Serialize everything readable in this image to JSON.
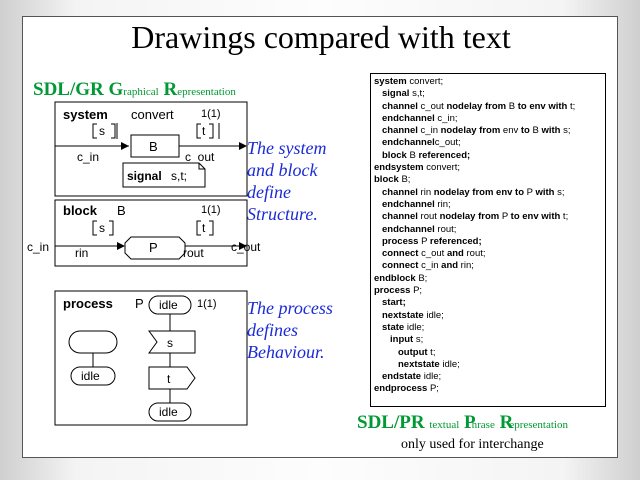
{
  "title": "Drawings compared with text",
  "gr_heading": {
    "part1": "SDL/GR",
    "g_big": "G",
    "g_rest": "raphical",
    "r_big": "R",
    "r_rest": "epresentation"
  },
  "system_diagram": {
    "keyword": "system",
    "name": "convert",
    "page": "1(1)",
    "signal_s": "s",
    "signal_t": "t",
    "block_name": "B",
    "channel_in": "c_in",
    "channel_out": "c_out",
    "signal_kw": "signal",
    "signal_decl": "s,t;"
  },
  "block_diagram": {
    "keyword": "block",
    "name": "B",
    "page": "1(1)",
    "signal_s": "s",
    "signal_t": "t",
    "process_name": "P",
    "route_in": "rin",
    "route_out": "rout",
    "env_in": "c_in",
    "env_out": "c_out"
  },
  "process_diagram": {
    "keyword": "process",
    "name": "P",
    "page": "1(1)",
    "state_top": "idle",
    "input_sig": "s",
    "output_sig": "t",
    "state_bottom": "idle",
    "left_state": "idle"
  },
  "structure_note": [
    "The system",
    "and block",
    "define",
    "Structure."
  ],
  "behaviour_note": [
    "The process",
    "defines",
    "Behaviour."
  ],
  "pr_text": [
    {
      "indent": 0,
      "segments": [
        {
          "t": "system",
          "b": true
        },
        {
          "t": " convert;",
          "b": false
        }
      ]
    },
    {
      "indent": 1,
      "segments": [
        {
          "t": "signal",
          "b": true
        },
        {
          "t": " s,t;",
          "b": false
        }
      ]
    },
    {
      "indent": 1,
      "segments": [
        {
          "t": "channel",
          "b": true
        },
        {
          "t": " c_out ",
          "b": false
        },
        {
          "t": "nodelay from",
          "b": true
        },
        {
          "t": " B ",
          "b": false
        },
        {
          "t": "to env with",
          "b": true
        },
        {
          "t": " t;",
          "b": false
        }
      ]
    },
    {
      "indent": 1,
      "segments": [
        {
          "t": "endchannel",
          "b": true
        },
        {
          "t": " c_in;",
          "b": false
        }
      ]
    },
    {
      "indent": 1,
      "segments": [
        {
          "t": "channel",
          "b": true
        },
        {
          "t": " c_in ",
          "b": false
        },
        {
          "t": "nodelay from",
          "b": true
        },
        {
          "t": " env ",
          "b": false
        },
        {
          "t": "to",
          "b": true
        },
        {
          "t": " B ",
          "b": false
        },
        {
          "t": "with",
          "b": true
        },
        {
          "t": " s;",
          "b": false
        }
      ]
    },
    {
      "indent": 1,
      "segments": [
        {
          "t": "endchannel",
          "b": true
        },
        {
          "t": "c_out;",
          "b": false
        }
      ]
    },
    {
      "indent": 1,
      "segments": [
        {
          "t": "block",
          "b": true
        },
        {
          "t": " B ",
          "b": false
        },
        {
          "t": "referenced;",
          "b": true
        }
      ]
    },
    {
      "indent": 0,
      "segments": [
        {
          "t": "endsystem",
          "b": true
        },
        {
          "t": " convert;",
          "b": false
        }
      ]
    },
    {
      "indent": 0,
      "segments": [
        {
          "t": "block",
          "b": true
        },
        {
          "t": " B;",
          "b": false
        }
      ]
    },
    {
      "indent": 1,
      "segments": [
        {
          "t": "channel",
          "b": true
        },
        {
          "t": " rin ",
          "b": false
        },
        {
          "t": "nodelay from env to",
          "b": true
        },
        {
          "t": " P ",
          "b": false
        },
        {
          "t": "with",
          "b": true
        },
        {
          "t": " s;",
          "b": false
        }
      ]
    },
    {
      "indent": 1,
      "segments": [
        {
          "t": "endchannel",
          "b": true
        },
        {
          "t": " rin;",
          "b": false
        }
      ]
    },
    {
      "indent": 1,
      "segments": [
        {
          "t": "channel",
          "b": true
        },
        {
          "t": " rout ",
          "b": false
        },
        {
          "t": "nodelay from",
          "b": true
        },
        {
          "t": " P ",
          "b": false
        },
        {
          "t": "to env with",
          "b": true
        },
        {
          "t": " t;",
          "b": false
        }
      ]
    },
    {
      "indent": 1,
      "segments": [
        {
          "t": "endchannel",
          "b": true
        },
        {
          "t": " rout;",
          "b": false
        }
      ]
    },
    {
      "indent": 1,
      "segments": [
        {
          "t": "process",
          "b": true
        },
        {
          "t": " P ",
          "b": false
        },
        {
          "t": "referenced;",
          "b": true
        }
      ]
    },
    {
      "indent": 1,
      "segments": [
        {
          "t": "connect",
          "b": true
        },
        {
          "t": " c_out ",
          "b": false
        },
        {
          "t": "and",
          "b": true
        },
        {
          "t": " rout;",
          "b": false
        }
      ]
    },
    {
      "indent": 1,
      "segments": [
        {
          "t": "connect",
          "b": true
        },
        {
          "t": " c_in ",
          "b": false
        },
        {
          "t": "and",
          "b": true
        },
        {
          "t": " rin;",
          "b": false
        }
      ]
    },
    {
      "indent": 0,
      "segments": [
        {
          "t": "endblock",
          "b": true
        },
        {
          "t": " B;",
          "b": false
        }
      ]
    },
    {
      "indent": 0,
      "segments": [
        {
          "t": "process",
          "b": true
        },
        {
          "t": " P;",
          "b": false
        }
      ]
    },
    {
      "indent": 1,
      "segments": [
        {
          "t": "start;",
          "b": true
        }
      ]
    },
    {
      "indent": 1,
      "segments": [
        {
          "t": "nextstate",
          "b": true
        },
        {
          "t": " idle;",
          "b": false
        }
      ]
    },
    {
      "indent": 1,
      "segments": [
        {
          "t": "state",
          "b": true
        },
        {
          "t": " idle;",
          "b": false
        }
      ]
    },
    {
      "indent": 2,
      "segments": [
        {
          "t": "input",
          "b": true
        },
        {
          "t": " s;",
          "b": false
        }
      ]
    },
    {
      "indent": 3,
      "segments": [
        {
          "t": "output",
          "b": true
        },
        {
          "t": " t;",
          "b": false
        }
      ]
    },
    {
      "indent": 3,
      "segments": [
        {
          "t": "nextstate",
          "b": true
        },
        {
          "t": " idle;",
          "b": false
        }
      ]
    },
    {
      "indent": 1,
      "segments": [
        {
          "t": "endstate",
          "b": true
        },
        {
          "t": " idle;",
          "b": false
        }
      ]
    },
    {
      "indent": 0,
      "segments": [
        {
          "t": "endprocess",
          "b": true
        },
        {
          "t": " P;",
          "b": false
        }
      ]
    }
  ],
  "pr_heading": {
    "part1": "SDL/PR",
    "t_small": "textual",
    "p_big": "P",
    "p_rest": "hrase",
    "r_big": "R",
    "r_rest": "epresentation"
  },
  "footnote": "only used for interchange",
  "colors": {
    "green": "#009933",
    "blue": "#1b2bd6"
  }
}
